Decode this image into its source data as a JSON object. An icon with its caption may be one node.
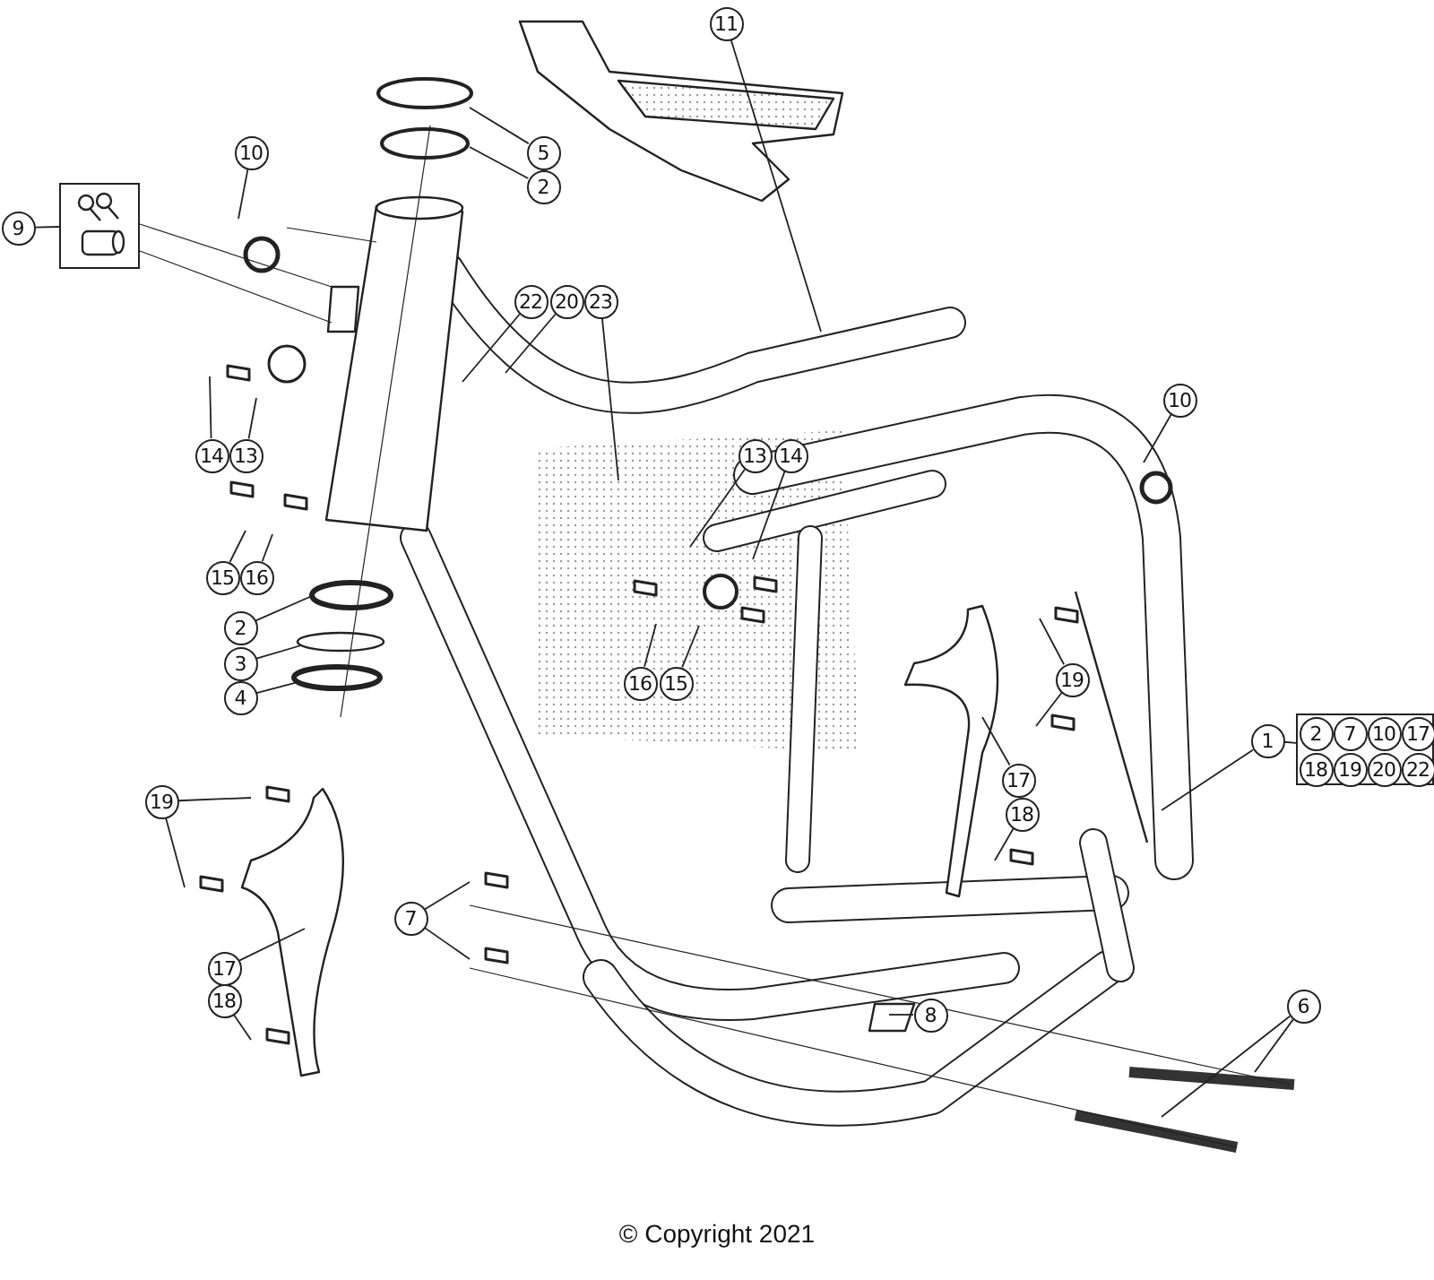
{
  "diagram": {
    "nodes": [
      {
        "text": [
          "11"
        ]
      },
      {
        "text": [
          "5"
        ]
      },
      {
        "text": [
          "2"
        ]
      },
      {
        "text": [
          "10"
        ]
      },
      {
        "text": [
          "9"
        ]
      },
      {
        "text": [],
        "shape": "picture"
      },
      {
        "text": [
          "22"
        ]
      },
      {
        "text": [
          "20"
        ]
      },
      {
        "text": [
          "23"
        ]
      },
      {
        "text": [
          "14"
        ]
      },
      {
        "text": [
          "13"
        ]
      },
      {
        "text": [
          "13"
        ]
      },
      {
        "text": [
          "14"
        ]
      },
      {
        "text": [
          "10"
        ]
      },
      {
        "text": [
          "15"
        ]
      },
      {
        "text": [
          "16"
        ]
      },
      {
        "text": [
          "2"
        ]
      },
      {
        "text": [
          "3"
        ]
      },
      {
        "text": [
          "4"
        ]
      },
      {
        "text": [
          "16"
        ]
      },
      {
        "text": [
          "15"
        ]
      },
      {
        "text": [
          "19"
        ]
      },
      {
        "text": [
          "1"
        ]
      },
      {
        "text": [],
        "shape": "box"
      },
      {
        "text": [
          "2"
        ],
        "in": 23
      },
      {
        "text": [
          "7"
        ],
        "in": 23
      },
      {
        "text": [
          "10"
        ],
        "in": 23
      },
      {
        "text": [
          "17"
        ],
        "in": 23
      },
      {
        "text": [
          "18"
        ],
        "in": 23
      },
      {
        "text": [
          "19"
        ],
        "in": 23
      },
      {
        "text": [
          "20"
        ],
        "in": 23
      },
      {
        "text": [
          "22"
        ],
        "in": 23
      },
      {
        "text": [
          "17"
        ]
      },
      {
        "text": [
          "19"
        ]
      },
      {
        "text": [
          "18"
        ]
      },
      {
        "text": [
          "7"
        ]
      },
      {
        "text": [
          "17"
        ]
      },
      {
        "text": [
          "6"
        ]
      },
      {
        "text": [
          "18"
        ]
      },
      {
        "text": [
          "8"
        ]
      }
    ],
    "edges": [
      {
        "from": 0,
        "to": null,
        "arrow": "none"
      },
      {
        "from": 1,
        "to": null,
        "arrow": "none"
      },
      {
        "from": 2,
        "to": null,
        "arrow": "none"
      },
      {
        "from": 3,
        "to": null,
        "arrow": "none"
      },
      {
        "from": 4,
        "to": 5,
        "arrow": "none"
      },
      {
        "from": 6,
        "to": null,
        "arrow": "none"
      },
      {
        "from": 7,
        "to": null,
        "arrow": "none"
      },
      {
        "from": 8,
        "to": null,
        "arrow": "none"
      },
      {
        "from": 9,
        "to": null,
        "arrow": "none"
      },
      {
        "from": 10,
        "to": null,
        "arrow": "none"
      },
      {
        "from": 11,
        "to": null,
        "arrow": "none"
      },
      {
        "from": 12,
        "to": null,
        "arrow": "none"
      },
      {
        "from": 13,
        "to": null,
        "arrow": "none"
      },
      {
        "from": 14,
        "to": null,
        "arrow": "none"
      },
      {
        "from": 15,
        "to": null,
        "arrow": "none"
      },
      {
        "from": 16,
        "to": null,
        "arrow": "none"
      },
      {
        "from": 17,
        "to": null,
        "arrow": "none"
      },
      {
        "from": 18,
        "to": null,
        "arrow": "none"
      },
      {
        "from": 19,
        "to": null,
        "arrow": "none"
      },
      {
        "from": 20,
        "to": null,
        "arrow": "none"
      },
      {
        "from": 21,
        "to": null,
        "arrow": "none"
      },
      {
        "from": 21,
        "to": null,
        "arrow": "none"
      },
      {
        "from": 22,
        "to": 23,
        "arrow": "none"
      },
      {
        "from": 22,
        "to": null,
        "arrow": "none"
      },
      {
        "from": 32,
        "to": null,
        "arrow": "none"
      },
      {
        "from": 33,
        "to": null,
        "arrow": "none"
      },
      {
        "from": 33,
        "to": null,
        "arrow": "none"
      },
      {
        "from": 34,
        "to": null,
        "arrow": "none"
      },
      {
        "from": 35,
        "to": null,
        "arrow": "none"
      },
      {
        "from": 35,
        "to": null,
        "arrow": "none"
      },
      {
        "from": 36,
        "to": null,
        "arrow": "none"
      },
      {
        "from": 37,
        "to": null,
        "arrow": "none"
      },
      {
        "from": 37,
        "to": null,
        "arrow": "none"
      },
      {
        "from": 38,
        "to": null,
        "arrow": "none"
      },
      {
        "from": 39,
        "to": null,
        "arrow": "none"
      }
    ],
    "labels": [
      "© Copyright 2021"
    ]
  }
}
